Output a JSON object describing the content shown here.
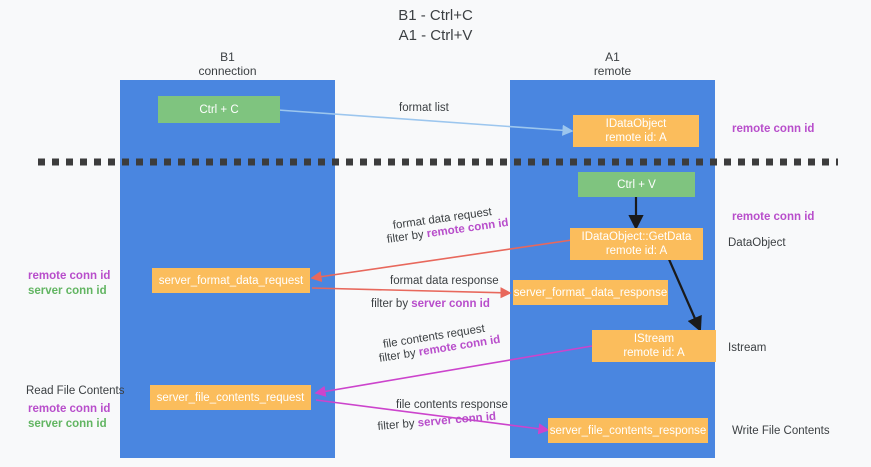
{
  "title": {
    "line1": "B1 - Ctrl+C",
    "line2": "A1 - Ctrl+V"
  },
  "columns": {
    "left": {
      "name": "B1",
      "role": "connection"
    },
    "right": {
      "name": "A1",
      "role": "remote"
    }
  },
  "boxes": {
    "ctrl_c": "Ctrl + C",
    "ctrl_v": "Ctrl + V",
    "idataobject": "IDataObject",
    "idataobject_sub": "remote id: A",
    "getdata": "IDataObject::GetData",
    "getdata_sub": "remote id: A",
    "istream": "IStream",
    "istream_sub": "remote id: A",
    "server_format_data_request": "server_format_data_request",
    "server_format_data_response": "server_format_data_response",
    "server_file_contents_request": "server_file_contents_request",
    "server_file_contents_response": "server_file_contents_response"
  },
  "arrows": {
    "format_list": "format list",
    "format_data_request": "format data request",
    "format_data_request_filter_prefix": "filter by ",
    "format_data_request_filter_key": "remote conn id",
    "format_data_response": "format data response",
    "format_data_response_filter_prefix": "filter by ",
    "format_data_response_filter_key": "server conn id",
    "file_contents_request": "file contents request",
    "file_contents_request_filter_prefix": "filter by ",
    "file_contents_request_filter_key": "remote conn id",
    "file_contents_response": "file contents response",
    "file_contents_response_filter_prefix": "filter by ",
    "file_contents_response_filter_key": "server conn id"
  },
  "annotations": {
    "right_remote_conn_id_1": "remote conn id",
    "right_remote_conn_id_2": "remote conn id",
    "right_dataobject": "DataObject",
    "right_istream": "Istream",
    "right_write_file_contents": "Write File Contents",
    "left_remote_conn_id_1": "remote conn id",
    "left_server_conn_id_1": "server conn id",
    "left_read_file_contents": "Read File Contents",
    "left_remote_conn_id_2": "remote conn id",
    "left_server_conn_id_2": "server conn id"
  },
  "colors": {
    "lane": "#4a86e0",
    "green_box": "#7fc47f",
    "orange_box": "#fbbd5c",
    "purple": "#b84ecb",
    "green_text": "#62b562",
    "red_arrow": "#e8685c",
    "magenta_arrow": "#cc44cc",
    "blue_arrow": "#9cc6ee",
    "black_arrow": "#1a1a1a",
    "background": "#f8f9fa"
  }
}
